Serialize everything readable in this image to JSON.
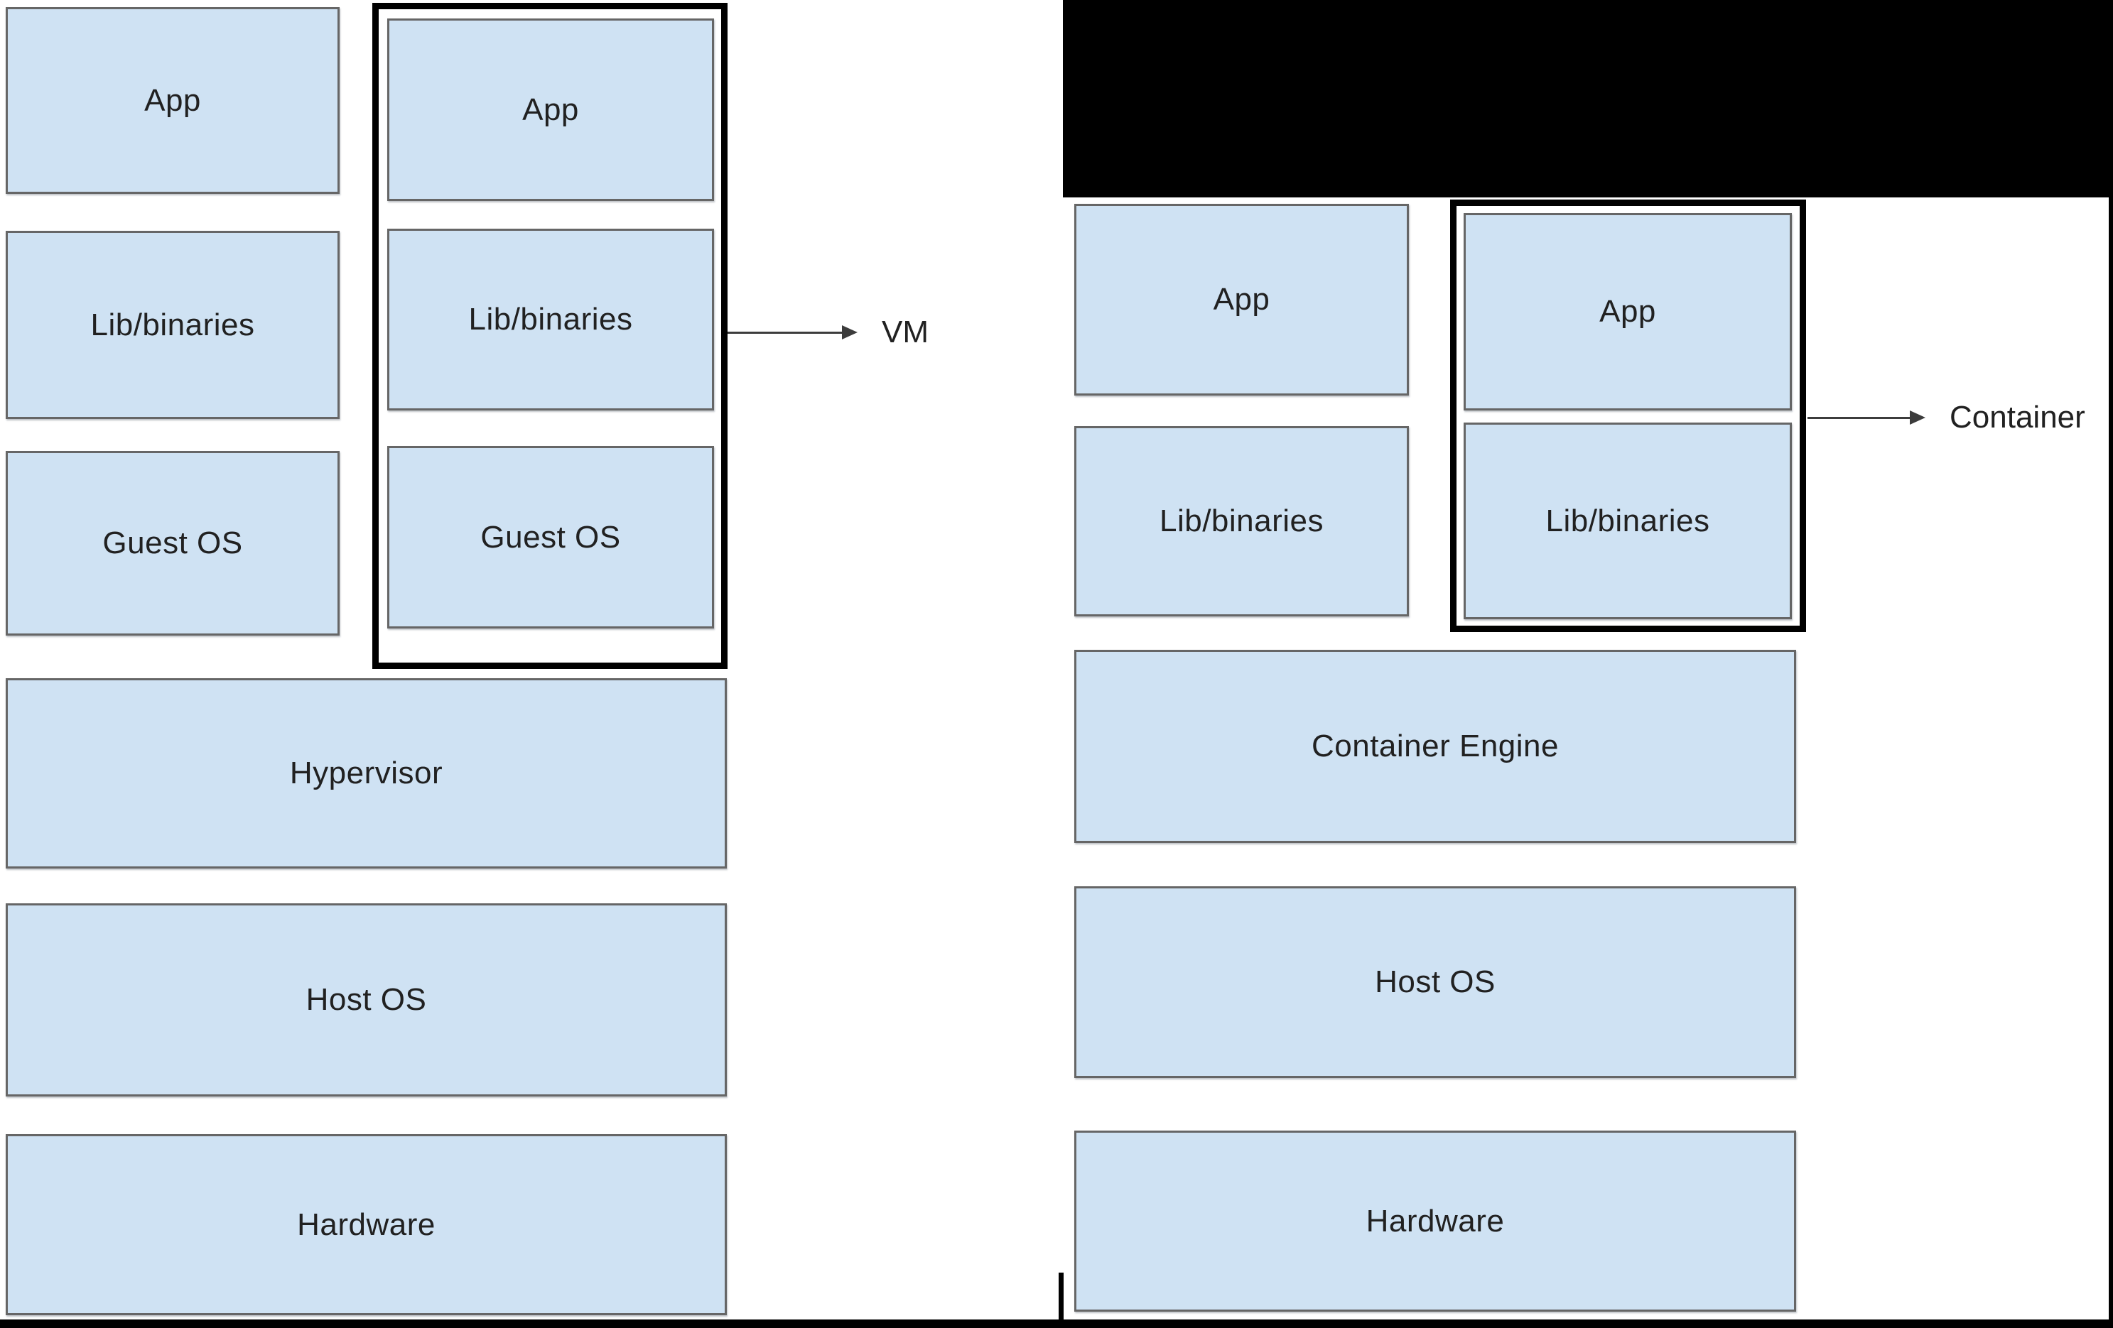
{
  "colors": {
    "box_fill": "#cfe2f3",
    "box_border": "#666666",
    "highlight_outline": "#000000",
    "text": "#212121",
    "redaction": "#000000",
    "background": "#ffffff"
  },
  "vm_stack": {
    "columns": [
      {
        "highlighted": false,
        "boxes": [
          "App",
          "Lib/binaries",
          "Guest OS"
        ]
      },
      {
        "highlighted": true,
        "boxes": [
          "App",
          "Lib/binaries",
          "Guest OS"
        ]
      }
    ],
    "callout_label": "VM",
    "layers": [
      "Hypervisor",
      "Host OS",
      "Hardware"
    ]
  },
  "container_stack": {
    "columns": [
      {
        "highlighted": false,
        "boxes": [
          "App",
          "Lib/binaries"
        ]
      },
      {
        "highlighted": true,
        "boxes": [
          "App",
          "Lib/binaries"
        ]
      }
    ],
    "callout_label": "Container",
    "layers": [
      "Container Engine",
      "Host OS",
      "Hardware"
    ]
  }
}
